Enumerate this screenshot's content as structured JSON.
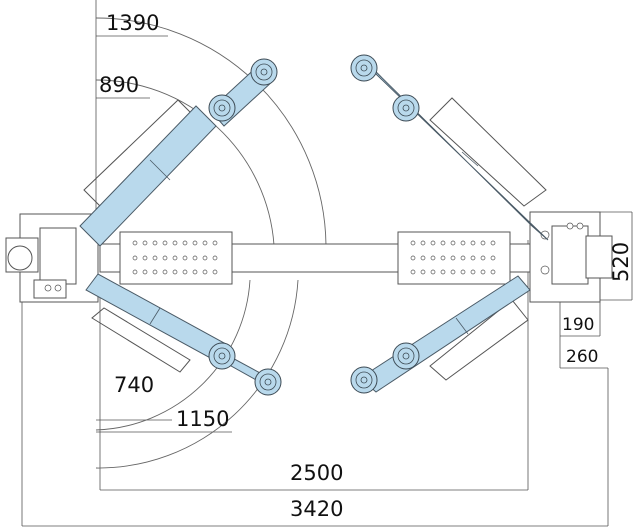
{
  "dimensions": {
    "radius_outer_top": "1390",
    "radius_inner_top": "890",
    "radius_inner_bottom": "740",
    "radius_outer_bottom": "1150",
    "inner_width": "2500",
    "overall_width": "3420",
    "post_depth": "520",
    "post_offset_inner": "190",
    "post_offset_outer": "260"
  },
  "colors": {
    "arm_fill": "#b9d9ec",
    "line": "#555555",
    "background": "#ffffff"
  }
}
